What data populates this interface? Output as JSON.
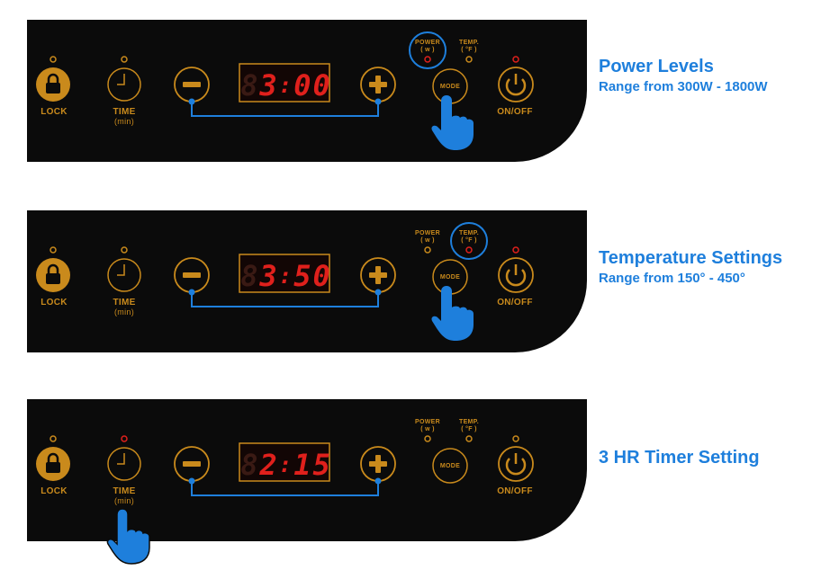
{
  "labels": {
    "lock": "LOCK",
    "time": "TIME",
    "time_unit": "(min)",
    "mode": "MODE",
    "onoff": "ON/OFF",
    "power": "POWER",
    "power_unit": "( w )",
    "temp": "TEMP.",
    "temp_unit": "( °F )"
  },
  "panels": [
    {
      "display": "8 3:0 0",
      "digits": [
        "8",
        "3",
        "0",
        "0"
      ],
      "lit": [
        false,
        true,
        true,
        true
      ],
      "highlight": "power",
      "time_led": "orange",
      "caption_title": "Power Levels",
      "caption_sub": "Range from 300W - 1800W"
    },
    {
      "display": "8 3:5 0",
      "digits": [
        "8",
        "3",
        "5",
        "0"
      ],
      "lit": [
        false,
        true,
        true,
        true
      ],
      "highlight": "temp",
      "time_led": "orange",
      "caption_title": "Temperature Settings",
      "caption_sub": "Range from 150° - 450°"
    },
    {
      "display": "8 2:1 5",
      "digits": [
        "8",
        "2",
        "1",
        "5"
      ],
      "lit": [
        false,
        true,
        true,
        true
      ],
      "highlight": "time",
      "time_led": "red",
      "caption_title": "3 HR Timer Setting",
      "caption_sub": ""
    }
  ],
  "colors": {
    "panel": "#0b0b0b",
    "amber": "#c98a1c",
    "led_red": "#e0201c",
    "display_dim": "#3a1a14",
    "blue_accent": "#1e7fdc"
  },
  "icons": [
    "lock-icon",
    "clock-icon",
    "minus-icon",
    "plus-icon",
    "power-icon",
    "pointer-hand-icon"
  ]
}
